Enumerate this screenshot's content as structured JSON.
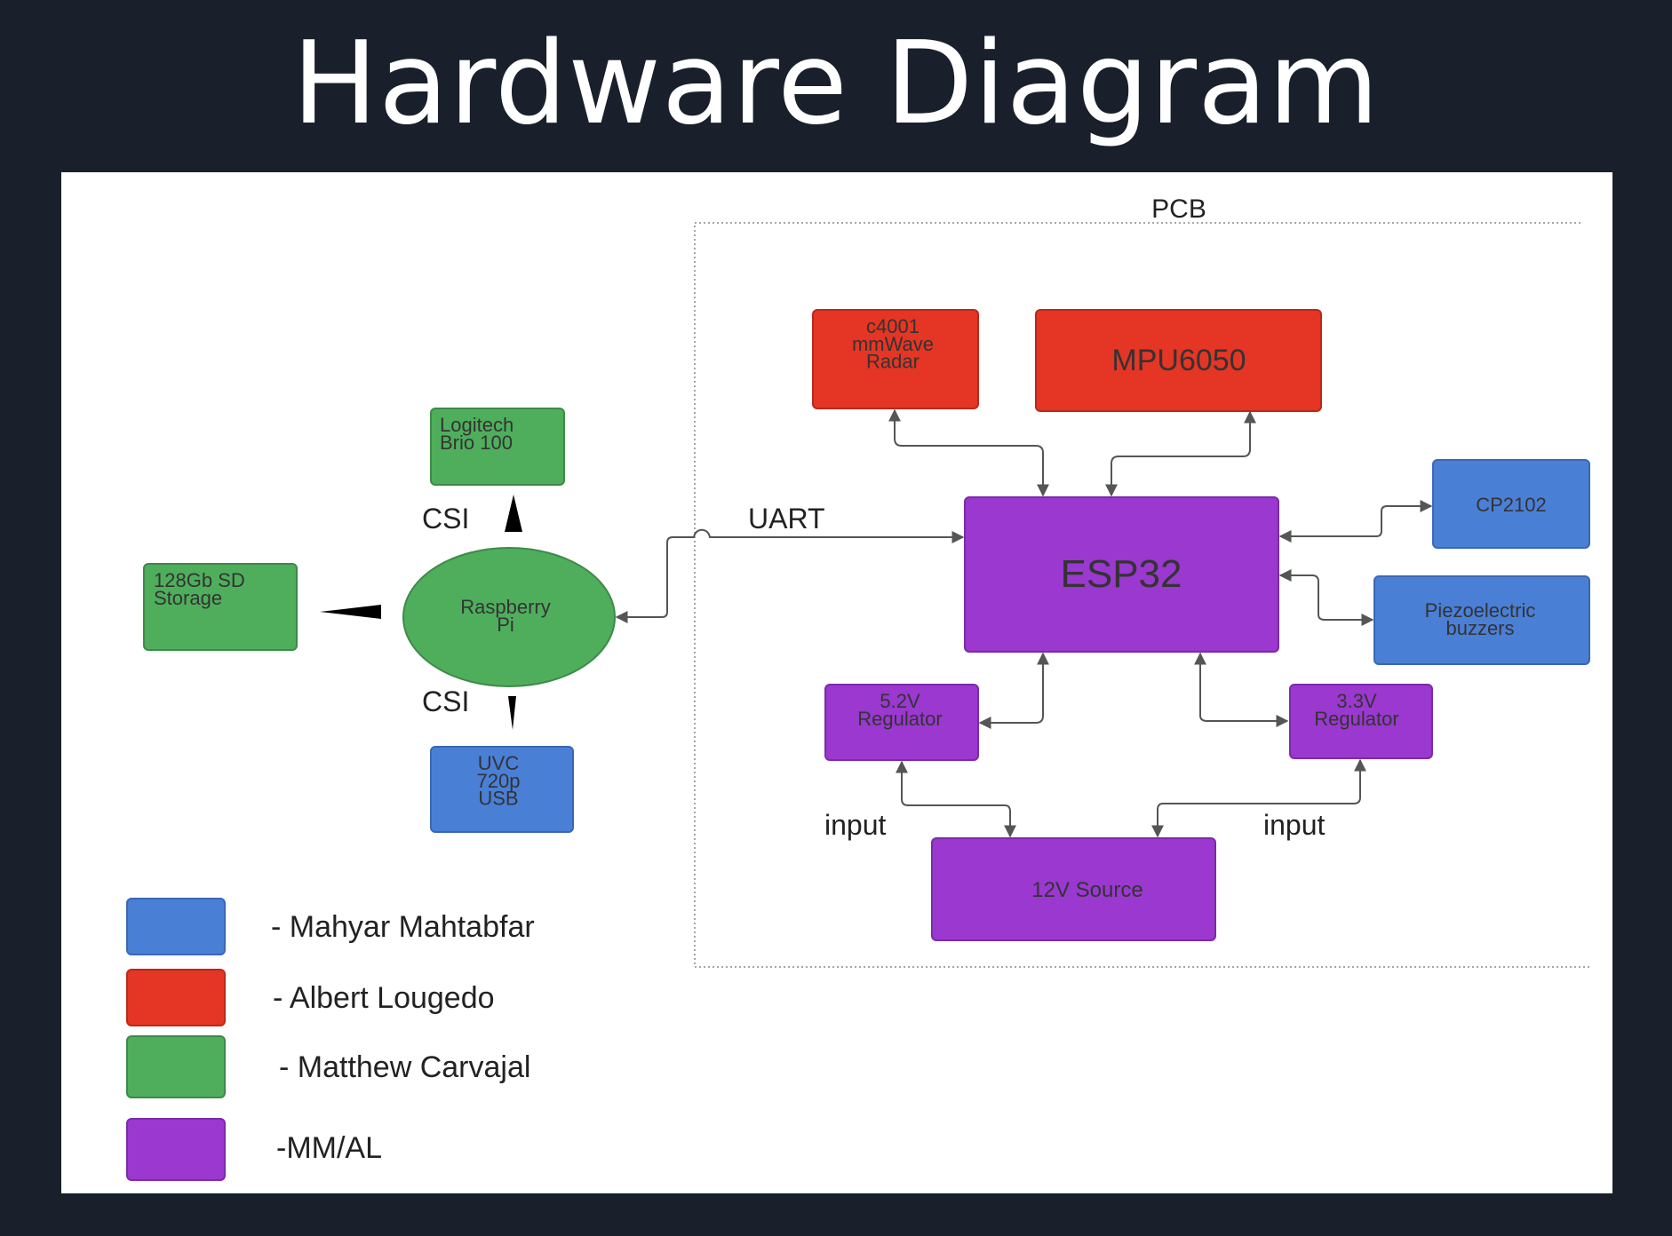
{
  "title": "Hardware Diagram",
  "colors": {
    "background": "#1a202b",
    "canvas": "#ffffff",
    "blue": "#4a7fd6",
    "red": "#e53524",
    "green": "#4fae5c",
    "purple": "#9a38cf",
    "connector": "#666666"
  },
  "group_label": "PCB",
  "blocks": {
    "logitech": "Logitech\nBrio 100",
    "sd": "128Gb SD\nStorage",
    "pi": "Raspberry\nPi",
    "uvc": "UVC\n720p\nUSB",
    "radar": "c4001\nmmWave\nRadar",
    "mpu": "MPU6050",
    "esp32": "ESP32",
    "cp2102": "CP2102",
    "piezo": "Piezoelectric\nbuzzers",
    "reg52": "5.2V\nRegulator",
    "reg33": "3.3V\nRegulator",
    "source": "12V Source"
  },
  "edge_labels": {
    "csi_top": "CSI",
    "csi_bottom": "CSI",
    "uart": "UART",
    "input_left": "input",
    "input_right": "input"
  },
  "legend": [
    {
      "color": "#4a7fd6",
      "label": "- Mahyar Mahtabfar"
    },
    {
      "color": "#e53524",
      "label": "- Albert Lougedo"
    },
    {
      "color": "#4fae5c",
      "label": "- Matthew Carvajal"
    },
    {
      "color": "#9a38cf",
      "label": "-MM/AL"
    }
  ]
}
